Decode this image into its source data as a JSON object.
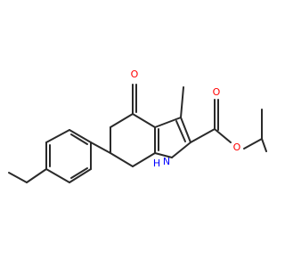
{
  "molecule": {
    "atoms": [
      {
        "label": "O",
        "color": "#ff0000"
      },
      {
        "label": "O",
        "color": "#ff0000"
      },
      {
        "label": "O",
        "color": "#ff0000"
      },
      {
        "label": "N",
        "color": "#0000ff"
      },
      {
        "label": "H",
        "color": "#0000ff"
      }
    ]
  },
  "colors": {
    "bond": "#2a2a2a",
    "oxygen": "#ff0000",
    "nitrogen": "#0000ff"
  }
}
